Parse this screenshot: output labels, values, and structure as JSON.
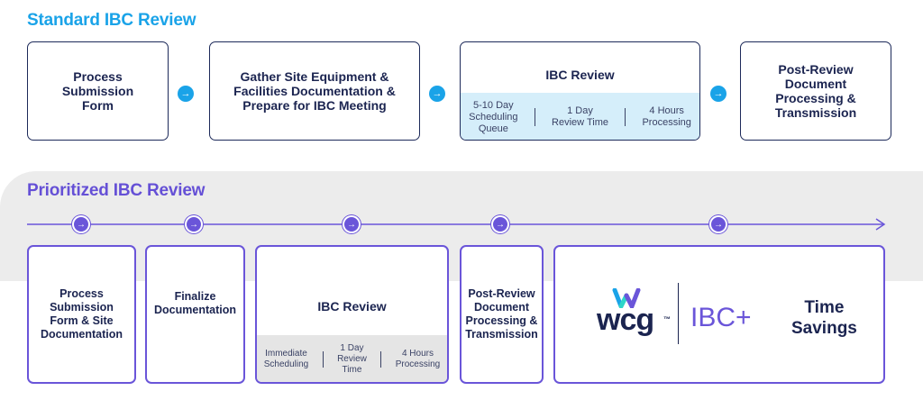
{
  "standard": {
    "title": "Standard IBC Review",
    "steps": [
      "Process\nSubmission\nForm",
      "Gather Site Equipment &\nFacilities Documentation &\nPrepare for IBC Meeting",
      "IBC Review",
      "Post-Review\nDocument\nProcessing &\nTransmission"
    ],
    "ibc_details": [
      "5-10 Day\nScheduling\nQueue",
      "1 Day\nReview Time",
      "4 Hours\nProcessing"
    ]
  },
  "prioritized": {
    "title": "Prioritized IBC Review",
    "steps": [
      "Process\nSubmission\nForm & Site\nDocumentation",
      "Finalize\nDocumentation",
      "IBC Review",
      "Post-Review\nDocument\nProcessing &\nTransmission"
    ],
    "ibc_details": [
      "Immediate\nScheduling",
      "1 Day\nReview\nTime",
      "4 Hours\nProcessing"
    ],
    "logo": {
      "brand": "wcg",
      "tm": "™",
      "product": "IBC+"
    },
    "result": "Time\nSavings"
  },
  "colors": {
    "standard_accent": "#1aa3e8",
    "prioritized_accent": "#6a55d9",
    "navy": "#1d2a5a"
  },
  "icons": {
    "step_connector": "circle-arrow-right-icon"
  }
}
